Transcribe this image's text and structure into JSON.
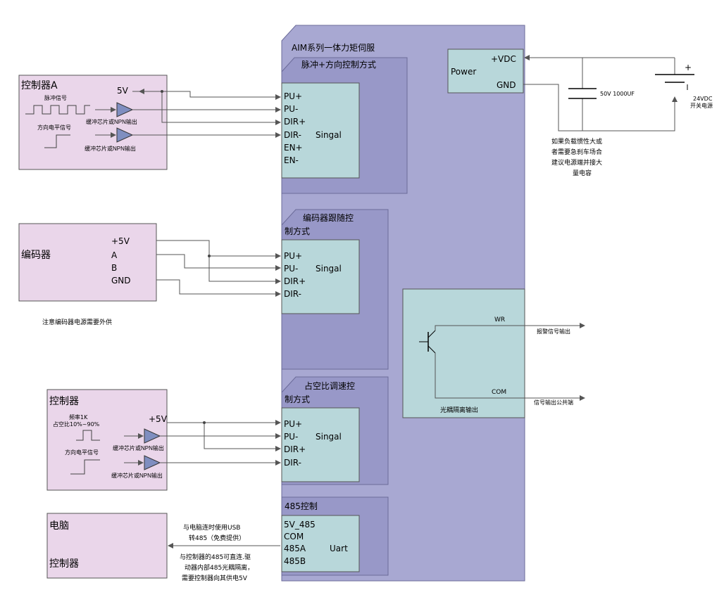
{
  "driver": {
    "title": "AIM系列一体力矩伺服"
  },
  "power": {
    "label": "Power",
    "vdc": "+VDC",
    "gnd": "GND",
    "cap_label": "50V 1000UF",
    "supply_plus": "+",
    "supply_label_1": "24VDC",
    "supply_label_2": "开关电源",
    "note": [
      "如果负载惯性大或",
      "者需要急刹车场合",
      "建议电源端并接大",
      "量电容"
    ]
  },
  "pulse_section": {
    "title": "脉冲+方向控制方式",
    "pins": [
      "PU+",
      "PU-",
      "DIR+",
      "DIR-",
      "EN+",
      "EN-"
    ],
    "signal": "Singal"
  },
  "encoder_section": {
    "title_1": "编码器跟随控",
    "title_2": "制方式",
    "pins": [
      "PU+",
      "PU-",
      "DIR+",
      "DIR-"
    ],
    "signal": "Singal"
  },
  "duty_section": {
    "title_1": "占空比调速控",
    "title_2": "制方式",
    "pins": [
      "PU+",
      "PU-",
      "DIR+",
      "DIR-"
    ],
    "signal": "Singal"
  },
  "rs485_section": {
    "title": "485控制",
    "pins": [
      "5V_485",
      "COM",
      "485A",
      "485B"
    ],
    "signal": "Uart"
  },
  "opto": {
    "label": "光耦隔离输出",
    "wr": "WR",
    "com": "COM",
    "wr_out": "报警信号输出",
    "com_out": "信号输出公共端"
  },
  "controller_a": {
    "title": "控制器A",
    "v5": "5V",
    "pulse_label": "脉冲信号",
    "dir_label": "方向电平信号",
    "buffer_1": "缓冲芯片或NPN输出",
    "buffer_2": "缓冲芯片或NPN输出"
  },
  "encoder": {
    "title": "编码器",
    "pins": [
      "+5V",
      "A",
      "B",
      "GND"
    ],
    "note": "注意编码器电源需要外供"
  },
  "controller_b": {
    "title": "控制器",
    "v5": "+5V",
    "freq_1": "频率1K",
    "freq_2": "占空比10%~90%",
    "dir_label": "方向电平信号",
    "buffer_1": "缓冲芯片或NPN输出",
    "buffer_2": "缓冲芯片或NPN输出"
  },
  "pc": {
    "title_1": "电脑",
    "title_2": "控制器",
    "usb_note_1": "与电脑连时使用USB",
    "usb_note_2": "转485（免费提供）",
    "direct_note_1": "与控制器的485可直连.驱",
    "direct_note_2": "动器内部485光耦隔离，",
    "direct_note_3": "需要控制器向其供电5V"
  }
}
